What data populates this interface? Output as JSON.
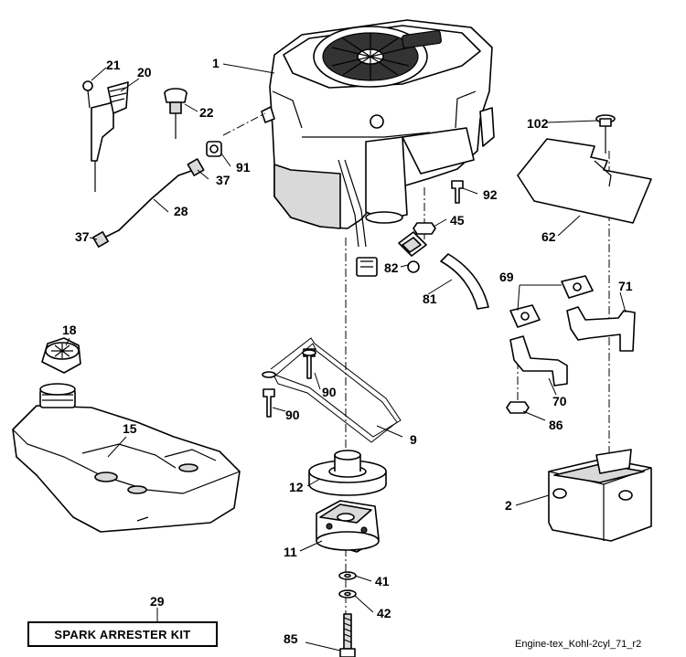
{
  "callouts": {
    "c1": "1",
    "c2": "2",
    "c9": "9",
    "c11": "11",
    "c12": "12",
    "c15": "15",
    "c18": "18",
    "c20": "20",
    "c21": "21",
    "c22": "22",
    "c28": "28",
    "c29": "29",
    "c37a": "37",
    "c37b": "37",
    "c41": "41",
    "c42": "42",
    "c45": "45",
    "c62": "62",
    "c69": "69",
    "c70": "70",
    "c71": "71",
    "c81": "81",
    "c82": "82",
    "c85": "85",
    "c86": "86",
    "c90a": "90",
    "c90b": "90",
    "c91": "91",
    "c92": "92",
    "c102": "102"
  },
  "kit_label": "SPARK ARRESTER KIT",
  "drawing_id": "Engine-tex_Kohl-2cyl_71_r2"
}
